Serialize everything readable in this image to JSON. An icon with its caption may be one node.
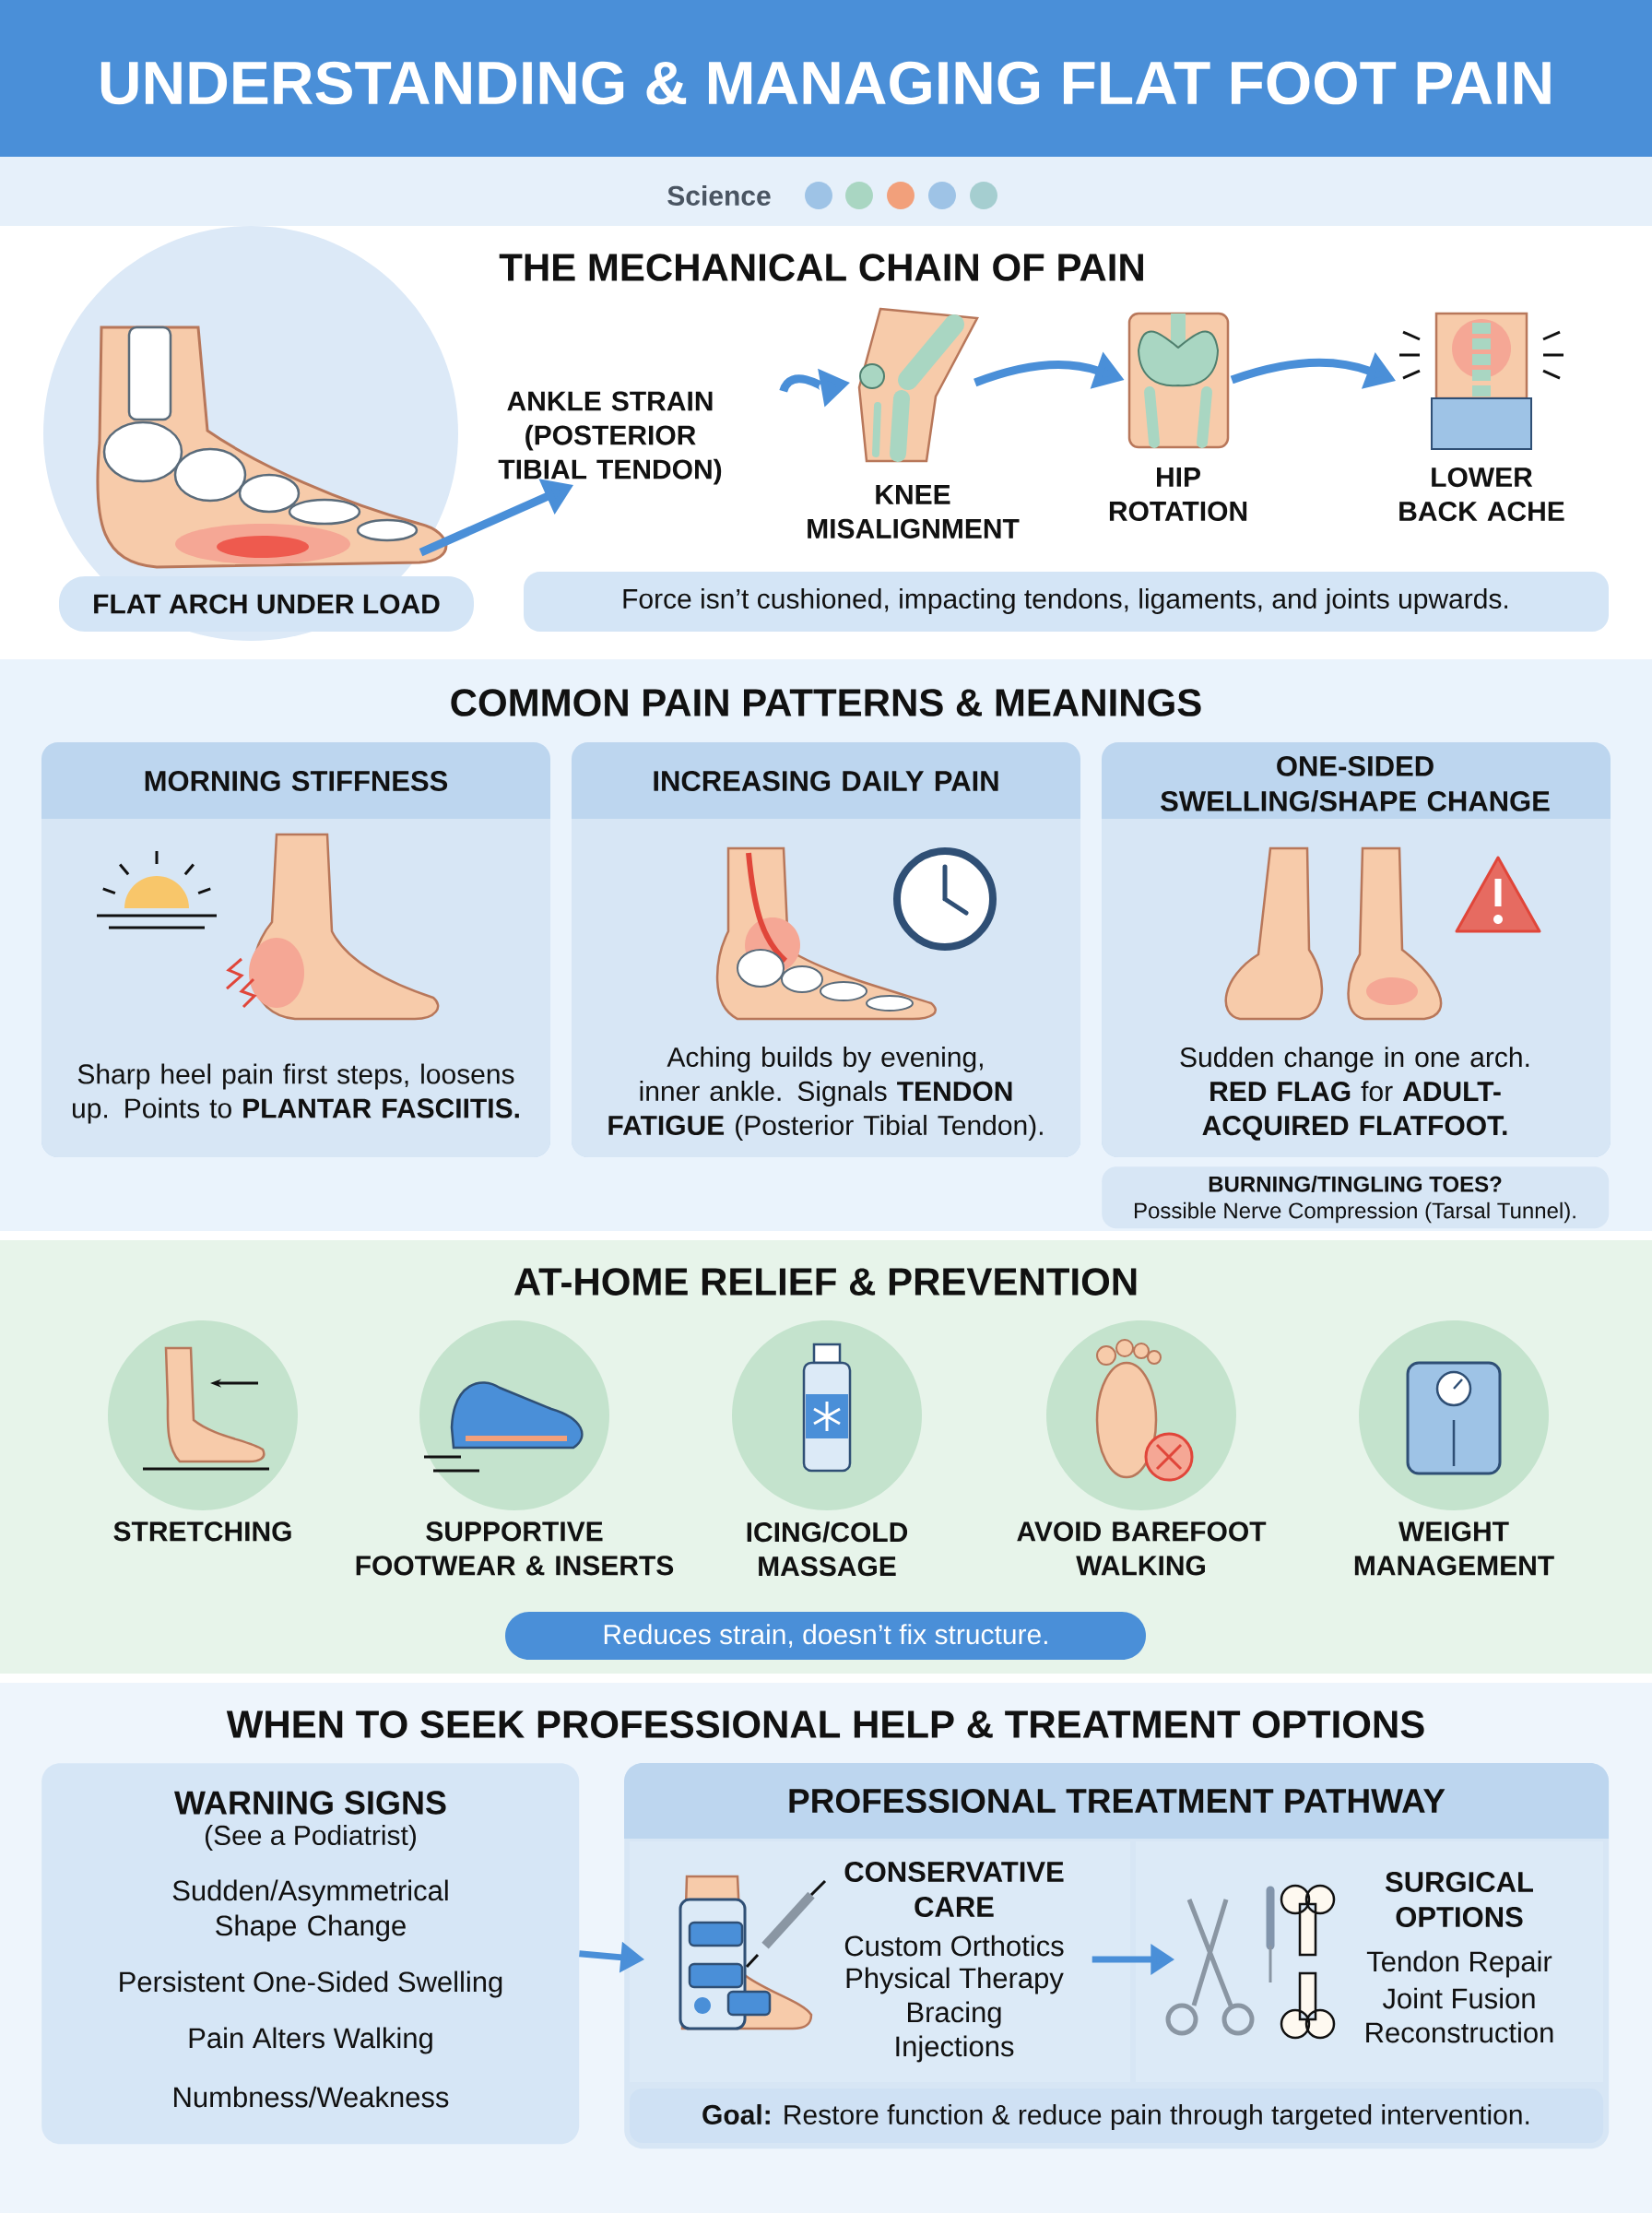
{
  "diagram": {
    "title": "UNDERSTANDING & MANAGING FLAT FOOT PAIN",
    "nodes": [
      {
        "text": [
          "FLAT ARCH UNDER LOAD"
        ]
      },
      {
        "text": [
          "ANKLE STRAIN (POSTERIOR TIBIAL TENDON)"
        ]
      },
      {
        "text": [
          "KNEE MISALIGNMENT"
        ]
      },
      {
        "text": [
          "HIP ROTATION"
        ]
      },
      {
        "text": [
          "LOWER BACK ACHE"
        ]
      },
      {
        "text": [
          "MORNING STIFFNESS",
          "Sharp heel pain first steps, loosens up. Points to **PLANTAR FASCIITIS.**"
        ]
      },
      {
        "text": [
          "INCREASING DAILY PAIN",
          "Aching builds by evening, inner ankle. Signals **TENDON FATIGUE** (Posterior Tibial Tendon)."
        ]
      },
      {
        "text": [
          "ONE-SIDED SWELLING/SHAPE CHANGE",
          "Sudden change in one arch. **RED FLAG** for **ADULT-ACQUIRED FLATFOOT.**"
        ]
      },
      {
        "text": [
          "BURNING/TINGLING TOES?",
          "Possible Nerve Compression (Tarsal Tunnel)."
        ]
      },
      {
        "text": [
          "STRETCHING"
        ]
      },
      {
        "text": [
          "SUPPORTIVE FOOTWEAR & INSERTS"
        ]
      },
      {
        "text": [
          "ICING/COLD MASSAGE"
        ]
      },
      {
        "text": [
          "AVOID BAREFOOT WALKING"
        ]
      },
      {
        "text": [
          "WEIGHT MANAGEMENT"
        ]
      },
      {
        "text": [
          "WARNING SIGNS",
          "(See a Podiatrist)",
          "Sudden/Asymmetrical Shape Change",
          "Persistent One-Sided Swelling",
          "Pain Alters Walking",
          "Numbness/Weakness"
        ]
      },
      {
        "text": [
          "PROFESSIONAL TREATMENT PATHWAY",
          "**Goal:** Restore function & reduce pain through targeted intervention."
        ]
      },
      {
        "text": [
          "CONSERVATIVE CARE",
          "Custom Orthotics",
          "Physical Therapy",
          "Bracing",
          "Injections"
        ],
        "in": 15
      },
      {
        "text": [
          "SURGICAL OPTIONS",
          "Tendon Repair",
          "Joint Fusion",
          "Reconstruction"
        ],
        "in": 15
      }
    ],
    "edges": [
      {
        "from": 0,
        "to": 1,
        "arrow": "to"
      },
      {
        "from": 1,
        "to": 2,
        "arrow": "to"
      },
      {
        "from": 2,
        "to": 3,
        "arrow": "to"
      },
      {
        "from": 3,
        "to": 4,
        "arrow": "to"
      },
      {
        "from": 14,
        "to": 16,
        "arrow": "to"
      },
      {
        "from": 16,
        "to": 17,
        "arrow": "to"
      }
    ],
    "labels": [
      "Science",
      "THE MECHANICAL CHAIN OF PAIN",
      "Force isn’t cushioned, impacting tendons, ligaments, and joints upwards.",
      "COMMON PAIN PATTERNS & MEANINGS",
      "AT-HOME RELIEF & PREVENTION",
      "Reduces strain, doesn’t fix structure.",
      "WHEN TO SEEK PROFESSIONAL HELP & TREATMENT OPTIONS"
    ]
  }
}
